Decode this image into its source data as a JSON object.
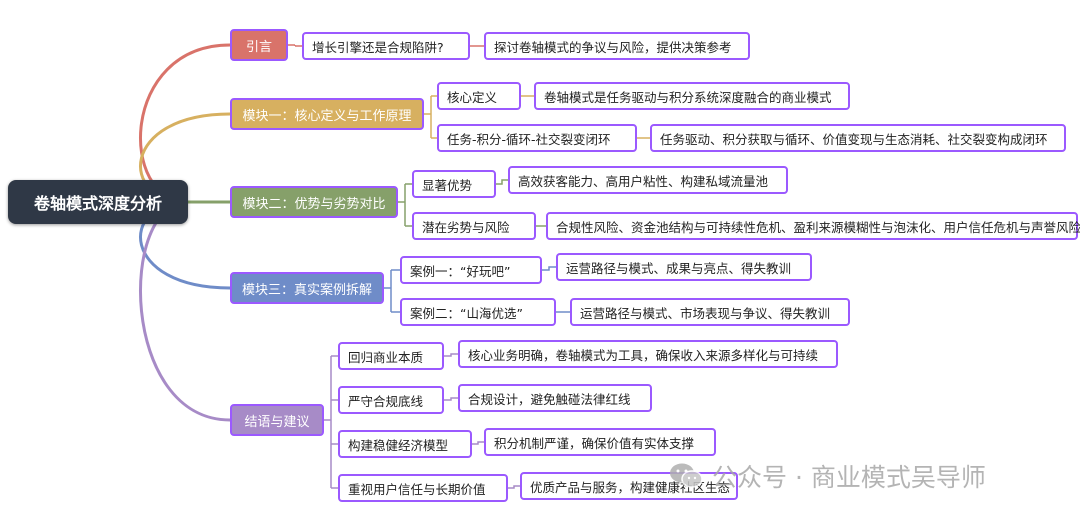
{
  "root": {
    "label": "卷轴模式深度分析"
  },
  "branches": [
    {
      "label": "引言",
      "color": "#d9736a",
      "children": [
        {
          "label": "增长引擎还是合规陷阱?",
          "detail": "探讨卷轴模式的争议与风险，提供决策参考"
        }
      ]
    },
    {
      "label": "模块一：核心定义与工作原理",
      "color": "#d7b060",
      "children": [
        {
          "label": "核心定义",
          "detail": "卷轴模式是任务驱动与积分系统深度融合的商业模式"
        },
        {
          "label": "任务-积分-循环-社交裂变闭环",
          "detail": "任务驱动、积分获取与循环、价值变现与生态消耗、社交裂变构成闭环"
        }
      ]
    },
    {
      "label": "模块二：优势与劣势对比",
      "color": "#86a06a",
      "children": [
        {
          "label": "显著优势",
          "detail": "高效获客能力、高用户粘性、构建私域流量池"
        },
        {
          "label": "潜在劣势与风险",
          "detail": "合规性风险、资金池结构与可持续性危机、盈利来源模糊性与泡沫化、用户信任危机与声誉风险"
        }
      ]
    },
    {
      "label": "模块三：真实案例拆解",
      "color": "#6f8cc8",
      "children": [
        {
          "label": "案例一：“好玩吧”",
          "detail": "运营路径与模式、成果与亮点、得失教训"
        },
        {
          "label": "案例二：“山海优选”",
          "detail": "运营路径与模式、市场表现与争议、得失教训"
        }
      ]
    },
    {
      "label": "结语与建议",
      "color": "#a78bc7",
      "children": [
        {
          "label": "回归商业本质",
          "detail": "核心业务明确，卷轴模式为工具，确保收入来源多样化与可持续"
        },
        {
          "label": "严守合规底线",
          "detail": "合规设计，避免触碰法律红线"
        },
        {
          "label": "构建稳健经济模型",
          "detail": "积分机制严谨，确保价值有实体支撑"
        },
        {
          "label": "重视用户信任与长期价值",
          "detail": "优质产品与服务，构建健康社区生态"
        }
      ]
    }
  ],
  "watermark": {
    "text": "公众号 · 商业模式吴导师",
    "icon": "wechat-icon"
  }
}
